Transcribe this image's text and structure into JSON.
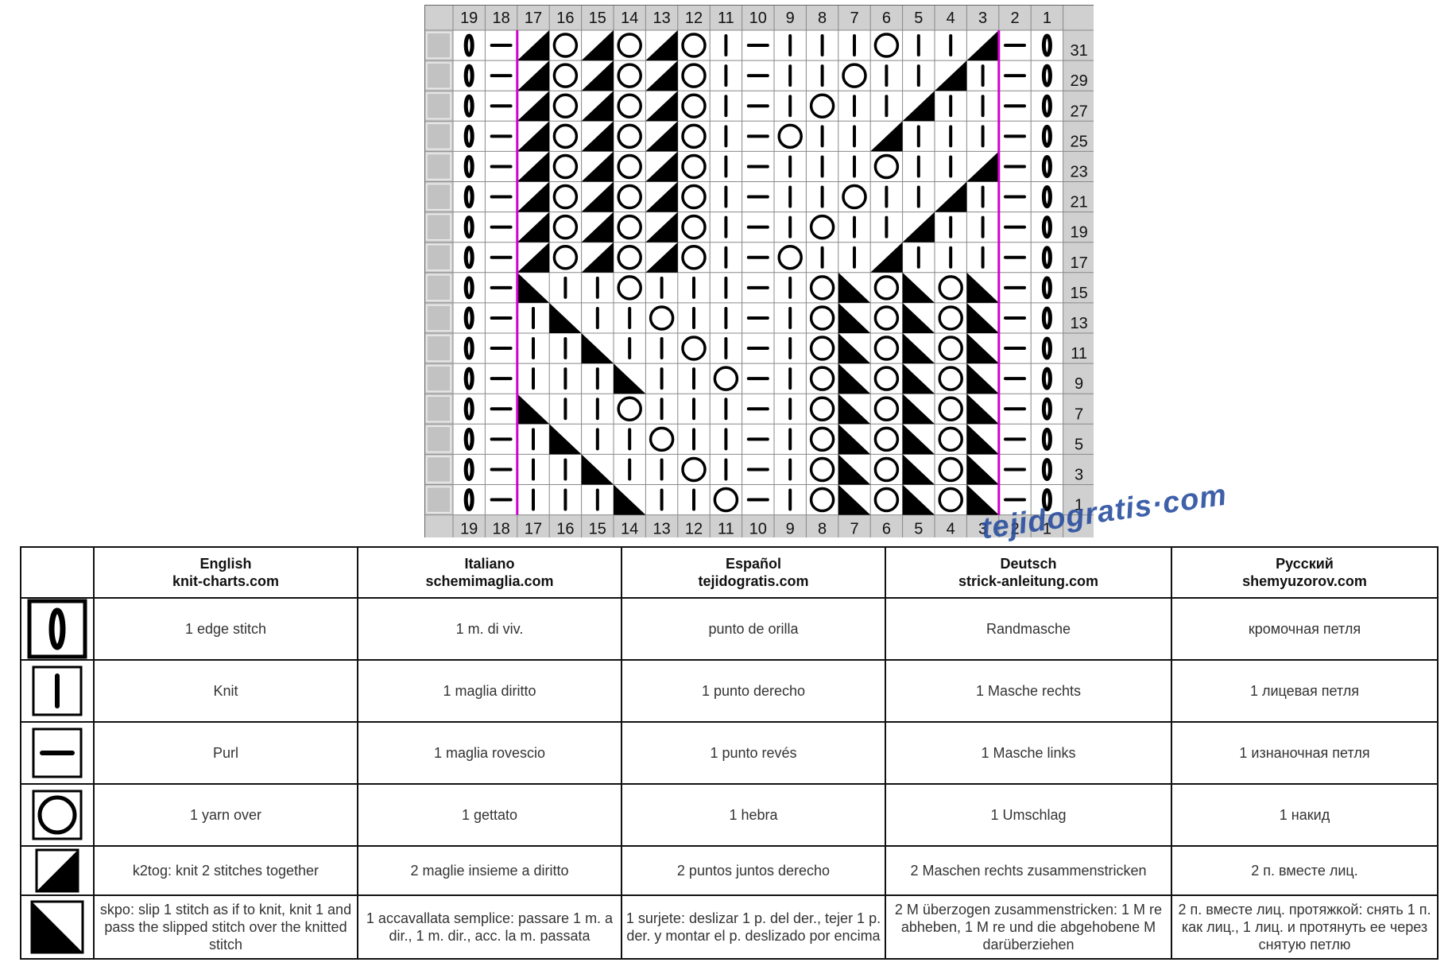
{
  "chart_data": {
    "type": "table",
    "column_numbers_top": [
      "19",
      "18",
      "17",
      "16",
      "15",
      "14",
      "13",
      "12",
      "11",
      "10",
      "9",
      "8",
      "7",
      "6",
      "5",
      "4",
      "3",
      "2",
      "1"
    ],
    "column_numbers_bottom": [
      "19",
      "18",
      "17",
      "16",
      "15",
      "14",
      "13",
      "12",
      "11",
      "10",
      "9",
      "8",
      "7",
      "6",
      "5",
      "4",
      "3",
      "2",
      "1"
    ],
    "row_numbers": [
      "31",
      "29",
      "27",
      "25",
      "23",
      "21",
      "19",
      "17",
      "15",
      "13",
      "11",
      "9",
      "7",
      "5",
      "3",
      "1"
    ],
    "rows": [
      "EPROROROKPKKKOKKRPE",
      "EPROROROKPKKOKKRKPE",
      "EPROROROKPKOKKRKKPE",
      "EPROROROKPOKKRKKKPE",
      "EPROROROKPKKKOKKRPE",
      "EPROROROKPKKOKKRKPE",
      "EPROROROKPKOKKRKKPE",
      "EPROROROKPOKKRKKKPE",
      "EPLKKOKKKPKOLOLOLPE",
      "EPKLKKOKKPKOLOLOLPE",
      "EPKKLKKOKPKOLOLOLPE",
      "EPKKKLKKOPKOLOLOLPE",
      "EPLKKOKKKPKOLOLOLPE",
      "EPKLKKOKKPKOLOLOLPE",
      "EPKKLKKOKPKOLOLOLPE",
      "EPKKKLKKOPKOLOLOLPE"
    ],
    "symbol_key": {
      "E": "edge stitch",
      "K": "knit",
      "P": "purl",
      "O": "yarn over",
      "R": "k2tog",
      "L": "skpo"
    },
    "border_color": "#d000d0"
  },
  "watermark": "tejidogratis·com",
  "legend": {
    "headers": [
      {
        "lang": "English",
        "site": "knit-charts.com"
      },
      {
        "lang": "Italiano",
        "site": "schemimaglia.com"
      },
      {
        "lang": "Español",
        "site": "tejidogratis.com"
      },
      {
        "lang": "Deutsch",
        "site": "strick-anleitung.com"
      },
      {
        "lang": "Русский",
        "site": "shemyuzorov.com"
      }
    ],
    "rows": [
      {
        "symbol": "edge-stitch",
        "texts": [
          "1 edge stitch",
          "1 m. di viv.",
          "punto de orilla",
          "Randmasche",
          "кромочная петля"
        ]
      },
      {
        "symbol": "knit",
        "texts": [
          "Knit",
          "1 maglia diritto",
          "1 punto derecho",
          "1 Masche rechts",
          "1 лицевая петля"
        ]
      },
      {
        "symbol": "purl",
        "texts": [
          "Purl",
          "1 maglia rovescio",
          "1 punto revés",
          "1 Masche links",
          "1 изнаночная петля"
        ]
      },
      {
        "symbol": "yarn-over",
        "texts": [
          "1 yarn over",
          "1 gettato",
          "1 hebra",
          "1 Umschlag",
          "1 накид"
        ]
      },
      {
        "symbol": "k2tog",
        "texts": [
          "k2tog: knit 2 stitches together",
          "2 maglie insieme a diritto",
          "2 puntos juntos derecho",
          "2 Maschen rechts zusammenstricken",
          "2 п. вместе лиц."
        ]
      },
      {
        "symbol": "skpo",
        "texts": [
          "skpo: slip 1 stitch as if to knit, knit 1 and pass the slipped stitch over the knitted stitch",
          "1 accavallata semplice: passare 1 m. a dir., 1 m. dir., acc. la m. passata",
          "1 surjete: deslizar 1 p. del der., tejer 1 p. der. y montar el p. deslizado por encima",
          "2 M überzogen zusammenstricken: 1 M re abheben, 1 M re und die abgehobene M darüberziehen",
          "2 п. вместе лиц. протяжкой: снять 1 п. как лиц., 1 лиц. и протянуть ее через снятую петлю"
        ]
      }
    ]
  }
}
